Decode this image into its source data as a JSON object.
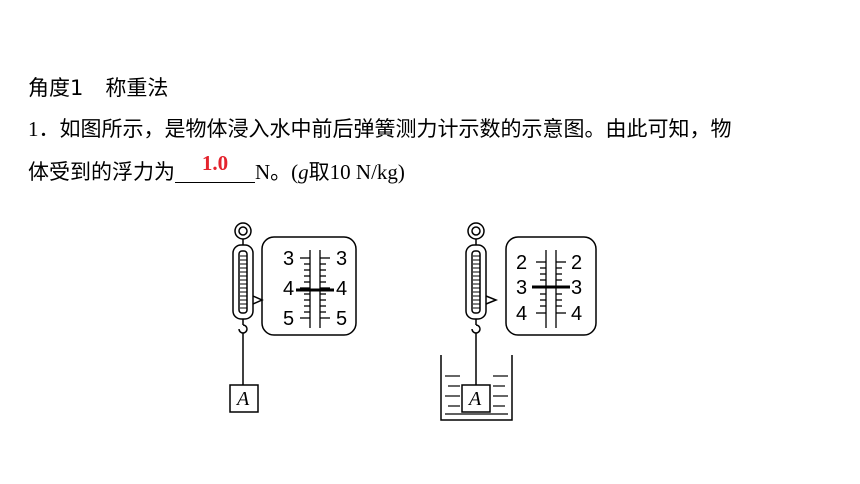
{
  "heading": {
    "label": "角度1",
    "title": "称重法"
  },
  "question": {
    "number": "1．",
    "line1": "如图所示，是物体浸入水中前后弹簧测力计示数的示意图。由此可知，物",
    "line2_before": "体受到的浮力为",
    "answer": "1.0",
    "line2_unit": "N。(",
    "g_symbol": "g",
    "line2_after": "取10 N/kg)"
  },
  "figure": {
    "left_scale": {
      "left_numbers": [
        "3",
        "4",
        "5"
      ],
      "right_numbers": [
        "3",
        "4",
        "5"
      ]
    },
    "right_scale": {
      "left_numbers": [
        "2",
        "3",
        "4"
      ],
      "right_numbers": [
        "2",
        "3",
        "4"
      ]
    },
    "object_label": "A"
  }
}
